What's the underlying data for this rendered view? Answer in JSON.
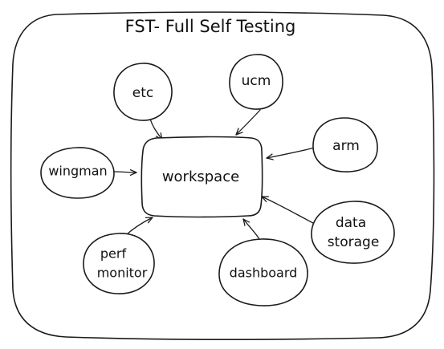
{
  "title": "FST- Full Self Testing",
  "center": {
    "label": "workspace"
  },
  "nodes": {
    "etc": {
      "label": "etc"
    },
    "ucm": {
      "label": "ucm"
    },
    "arm": {
      "label": "arm"
    },
    "wingman": {
      "label": "wingman"
    },
    "data_storage": {
      "line1": "data",
      "line2": "storage"
    },
    "perf_monitor": {
      "line1": "perf",
      "line2": "monitor"
    },
    "dashboard": {
      "label": "dashboard"
    }
  }
}
